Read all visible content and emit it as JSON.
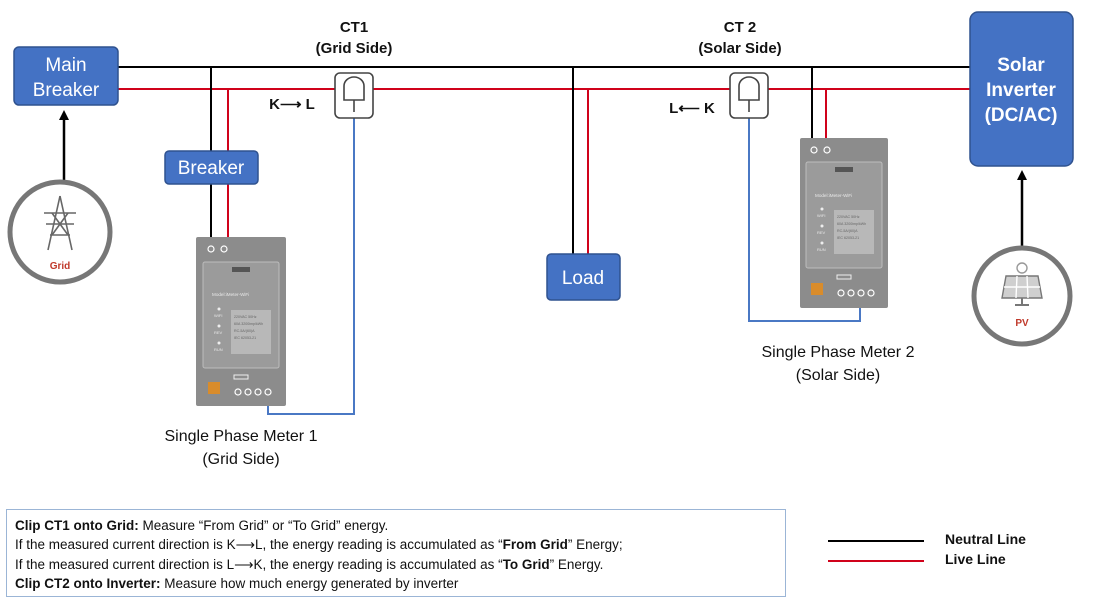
{
  "boxes": {
    "main_breaker": [
      "Main",
      "Breaker"
    ],
    "breaker": "Breaker",
    "load": "Load",
    "solar_inverter": [
      "Solar",
      "Inverter",
      "(DC/AC)"
    ]
  },
  "ct1": {
    "title": "CT1",
    "subtitle": "(Grid Side)",
    "direction": "K⟶ L"
  },
  "ct2": {
    "title": "CT 2",
    "subtitle": "(Solar Side)",
    "direction": "L⟵ K"
  },
  "grid_label": "Grid",
  "pv_label": "PV",
  "meter1": {
    "caption": [
      "Single Phase Meter 1",
      "(Grid Side)"
    ]
  },
  "meter2": {
    "caption": [
      "Single Phase Meter 2",
      "(Solar Side)"
    ]
  },
  "meter_face": {
    "model": "Model:iMeter-WiFi",
    "indicators": [
      "WIFI",
      "REV",
      "RUN"
    ],
    "specs": [
      "220VAC 50Hz",
      "60A 3200imp/kWh",
      "RC-5A/(60)A",
      "IEC 62053-21"
    ]
  },
  "notes": {
    "line1_bold": "Clip CT1 onto Grid:",
    "line1_rest": " Measure “From Grid” or “To Grid” energy.",
    "line2_a": "If the measured current direction is K⟶L, the energy reading is accumulated as “",
    "line2_b": "From Grid",
    "line2_c": "” Energy;",
    "line3_a": "If the measured current direction is L⟶K, the energy reading is accumulated as “",
    "line3_b": "To Grid",
    "line3_c": "” Energy.",
    "line4_bold": "Clip CT2 onto Inverter:",
    "line4_rest": " Measure how much energy generated by inverter"
  },
  "legend": [
    {
      "label": "Neutral Line",
      "color": "#000000"
    },
    {
      "label": "Live Line",
      "color": "#d0021b"
    }
  ],
  "colors": {
    "box_fill": "#4472c4",
    "box_stroke": "#2f528f",
    "neutral": "#000000",
    "live": "#d0021b",
    "ct_wire": "#4a78c4",
    "meter_body": "#8a8a8a"
  }
}
